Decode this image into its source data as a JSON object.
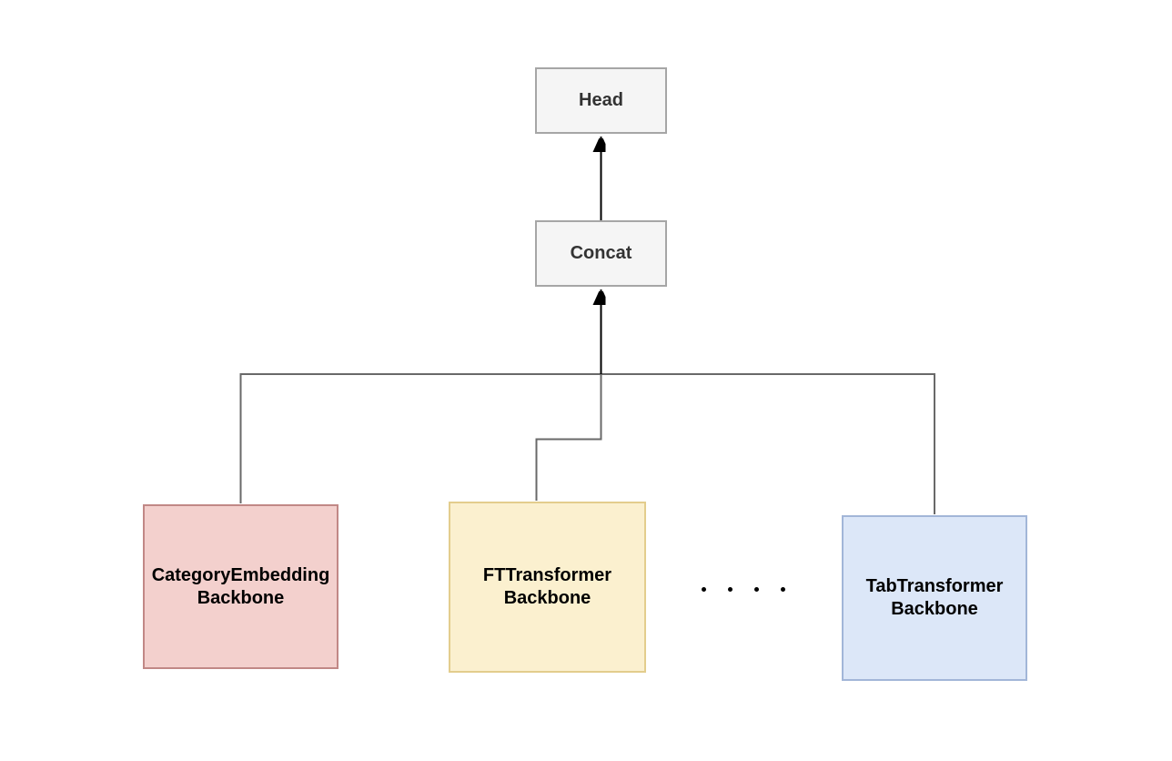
{
  "diagram": {
    "nodes": {
      "head": {
        "label": "Head",
        "fill": "#f5f5f5",
        "stroke": "#a6a6a6",
        "text_color": "#333333"
      },
      "concat": {
        "label": "Concat",
        "fill": "#f5f5f5",
        "stroke": "#a6a6a6",
        "text_color": "#333333"
      },
      "category_embedding": {
        "label": "CategoryEmbedding\nBackbone",
        "fill": "#f3d0cd",
        "stroke": "#c18886",
        "text_color": "#000000"
      },
      "ft_transformer": {
        "label": "FTTransformer\nBackbone",
        "fill": "#fbf0cf",
        "stroke": "#e3cd8d",
        "text_color": "#000000"
      },
      "tab_transformer": {
        "label": "TabTransformer\nBackbone",
        "fill": "#dce7f8",
        "stroke": "#a2b6d8",
        "text_color": "#000000"
      }
    },
    "ellipsis": {
      "count": 4,
      "color": "#000000"
    },
    "connectors": {
      "arrow_color": "#000000",
      "line_color": "#696969"
    }
  }
}
